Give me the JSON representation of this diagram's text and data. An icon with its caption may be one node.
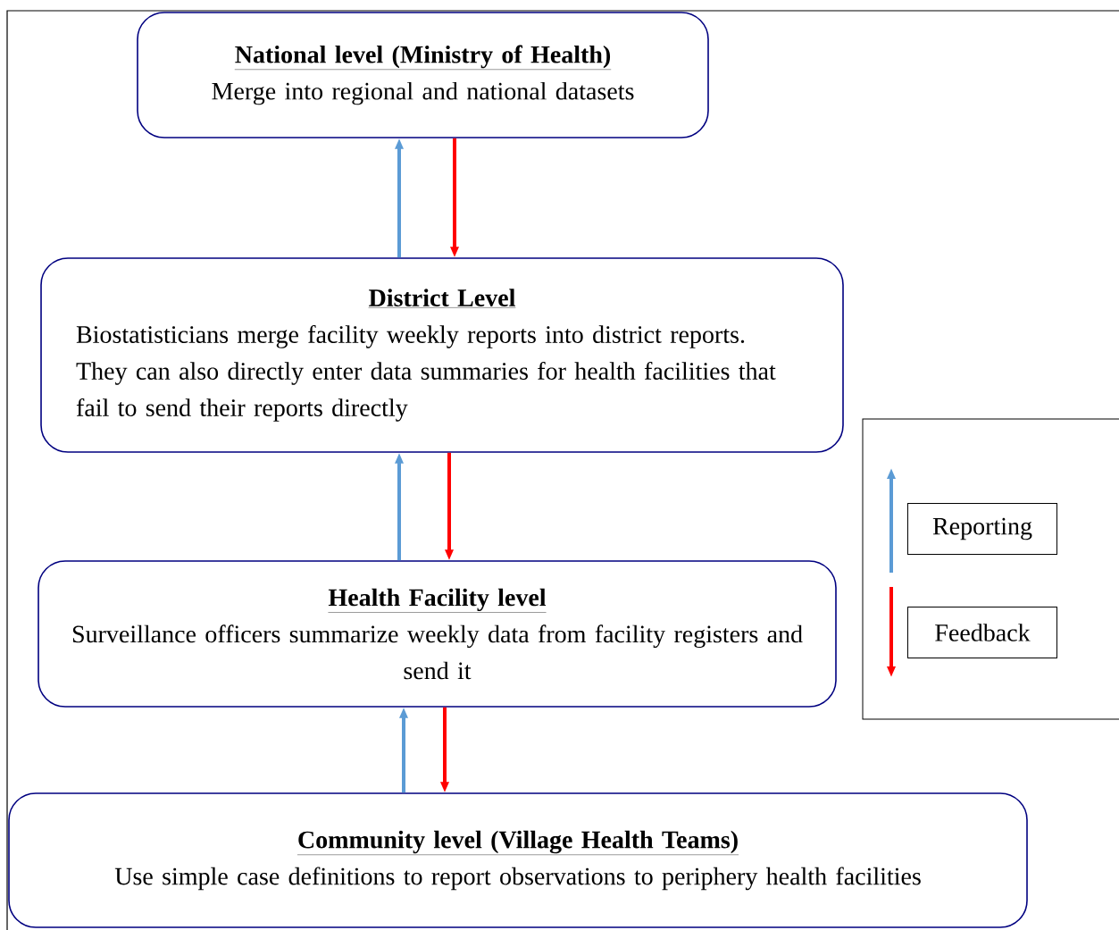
{
  "diagram": {
    "nodes": [
      {
        "text": [
          "National level (Ministry of Health)",
          "Merge into regional and national datasets"
        ]
      },
      {
        "text": [
          "District Level",
          "Biostatisticians merge facility weekly reports into district reports. They can also directly enter data summaries for health facilities that fail to send their reports directly"
        ]
      },
      {
        "text": [
          "Health Facility level",
          "Surveillance officers summarize weekly data from facility registers and send it"
        ]
      },
      {
        "text": [
          "Community level (Village Health Teams)",
          "Use simple case definitions to report observations to periphery health facilities"
        ]
      }
    ],
    "edges": [
      {
        "from": 1,
        "to": 0,
        "arrow": "to",
        "color": "#5b9bd5"
      },
      {
        "from": 0,
        "to": 1,
        "arrow": "to",
        "color": "#ff0000"
      },
      {
        "from": 2,
        "to": 1,
        "arrow": "to",
        "color": "#5b9bd5"
      },
      {
        "from": 1,
        "to": 2,
        "arrow": "to",
        "color": "#ff0000"
      },
      {
        "from": 3,
        "to": 2,
        "arrow": "to",
        "color": "#5b9bd5"
      },
      {
        "from": 2,
        "to": 3,
        "arrow": "to",
        "color": "#ff0000"
      }
    ],
    "legend": [
      {
        "text": "Reporting"
      },
      {
        "text": "Feedback"
      }
    ]
  }
}
